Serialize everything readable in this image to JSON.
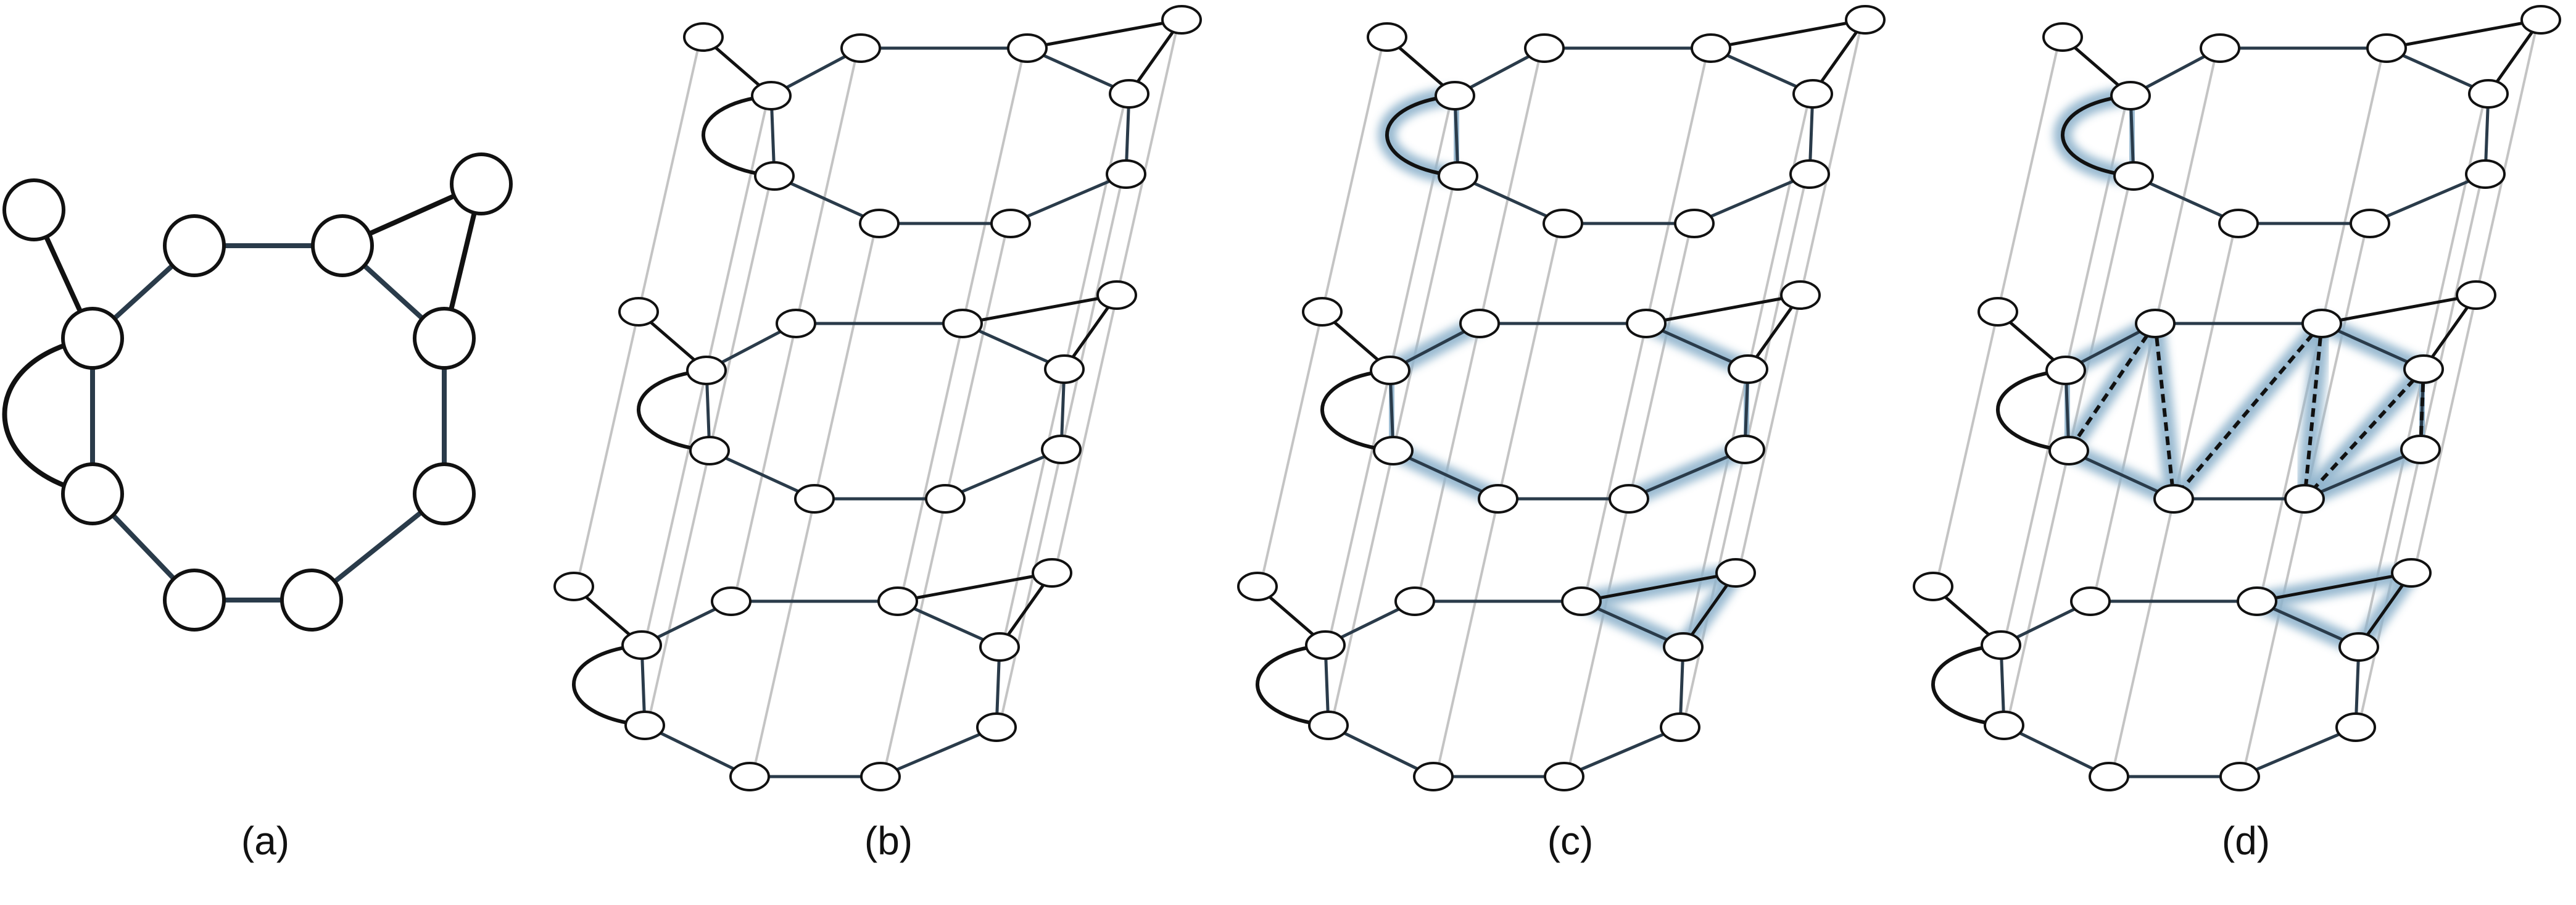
{
  "panels": [
    {
      "id": "a",
      "label": "(a)"
    },
    {
      "id": "b",
      "label": "(b)"
    },
    {
      "id": "c",
      "label": "(c)"
    },
    {
      "id": "d",
      "label": "(d)"
    }
  ],
  "colors": {
    "node_fill": "#ffffff",
    "node_stroke": "#111111",
    "edge": "#2a3b4a",
    "edge_dark": "#111111",
    "pillar": "#c4c4c4",
    "highlight": "#8fb3cc"
  }
}
